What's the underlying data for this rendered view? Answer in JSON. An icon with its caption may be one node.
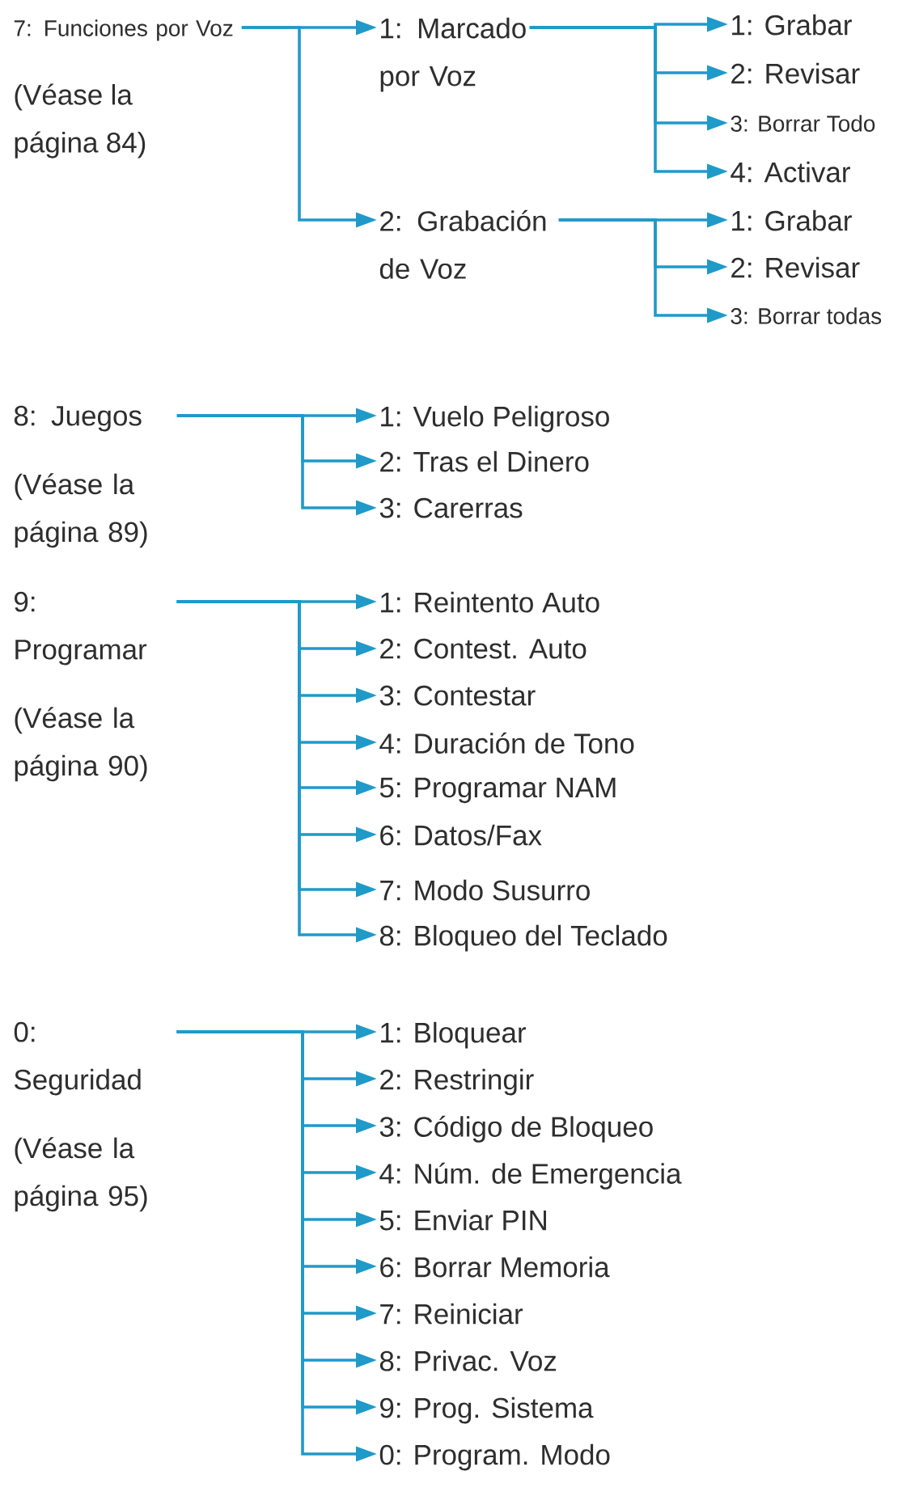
{
  "diagram": {
    "nodes": [
      {
        "text": [
          "7: Funciones por Voz",
          "(Véase la página 84)"
        ]
      },
      {
        "text": [
          "1: Marcado por Voz"
        ]
      },
      {
        "text": [
          "1: Grabar"
        ]
      },
      {
        "text": [
          "2: Revisar"
        ]
      },
      {
        "text": [
          "3: Borrar Todo"
        ]
      },
      {
        "text": [
          "4: Activar"
        ]
      },
      {
        "text": [
          "2: Grabación de Voz"
        ]
      },
      {
        "text": [
          "1: Grabar"
        ]
      },
      {
        "text": [
          "2: Revisar"
        ]
      },
      {
        "text": [
          "3: Borrar todas"
        ]
      },
      {
        "text": [
          "8: Juegos",
          "(Véase la página 89)"
        ]
      },
      {
        "text": [
          "1: Vuelo Peligroso"
        ]
      },
      {
        "text": [
          "2: Tras el Dinero"
        ]
      },
      {
        "text": [
          "3: Carerras"
        ]
      },
      {
        "text": [
          "9: Programar",
          "(Véase la página 90)"
        ]
      },
      {
        "text": [
          "1: Reintento Auto"
        ]
      },
      {
        "text": [
          "2: Contest. Auto"
        ]
      },
      {
        "text": [
          "3: Contestar"
        ]
      },
      {
        "text": [
          "4: Duración de Tono"
        ]
      },
      {
        "text": [
          "5: Programar NAM"
        ]
      },
      {
        "text": [
          "6: Datos/Fax"
        ]
      },
      {
        "text": [
          "7: Modo Susurro"
        ]
      },
      {
        "text": [
          "8: Bloqueo del Teclado"
        ]
      },
      {
        "text": [
          "0: Seguridad",
          "(Véase la página 95)"
        ]
      },
      {
        "text": [
          "1: Bloquear"
        ]
      },
      {
        "text": [
          "2: Restringir"
        ]
      },
      {
        "text": [
          "3: Código de Bloqueo"
        ]
      },
      {
        "text": [
          "4: Núm. de Emergencia"
        ]
      },
      {
        "text": [
          "5: Enviar PIN"
        ]
      },
      {
        "text": [
          "6: Borrar Memoria"
        ]
      },
      {
        "text": [
          "7: Reiniciar"
        ]
      },
      {
        "text": [
          "8: Privac. Voz"
        ]
      },
      {
        "text": [
          "9: Prog. Sistema"
        ]
      },
      {
        "text": [
          "0: Program. Modo"
        ]
      }
    ],
    "edges": [
      {
        "from": 0,
        "to": 1,
        "arrow": "to"
      },
      {
        "from": 0,
        "to": 6,
        "arrow": "to"
      },
      {
        "from": 1,
        "to": 2,
        "arrow": "to"
      },
      {
        "from": 1,
        "to": 3,
        "arrow": "to"
      },
      {
        "from": 1,
        "to": 4,
        "arrow": "to"
      },
      {
        "from": 1,
        "to": 5,
        "arrow": "to"
      },
      {
        "from": 6,
        "to": 7,
        "arrow": "to"
      },
      {
        "from": 6,
        "to": 8,
        "arrow": "to"
      },
      {
        "from": 6,
        "to": 9,
        "arrow": "to"
      },
      {
        "from": 10,
        "to": 11,
        "arrow": "to"
      },
      {
        "from": 10,
        "to": 12,
        "arrow": "to"
      },
      {
        "from": 10,
        "to": 13,
        "arrow": "to"
      },
      {
        "from": 14,
        "to": 15,
        "arrow": "to"
      },
      {
        "from": 14,
        "to": 16,
        "arrow": "to"
      },
      {
        "from": 14,
        "to": 17,
        "arrow": "to"
      },
      {
        "from": 14,
        "to": 18,
        "arrow": "to"
      },
      {
        "from": 14,
        "to": 19,
        "arrow": "to"
      },
      {
        "from": 14,
        "to": 20,
        "arrow": "to"
      },
      {
        "from": 14,
        "to": 21,
        "arrow": "to"
      },
      {
        "from": 14,
        "to": 22,
        "arrow": "to"
      },
      {
        "from": 23,
        "to": 24,
        "arrow": "to"
      },
      {
        "from": 23,
        "to": 25,
        "arrow": "to"
      },
      {
        "from": 23,
        "to": 26,
        "arrow": "to"
      },
      {
        "from": 23,
        "to": 27,
        "arrow": "to"
      },
      {
        "from": 23,
        "to": 28,
        "arrow": "to"
      },
      {
        "from": 23,
        "to": 29,
        "arrow": "to"
      },
      {
        "from": 23,
        "to": 30,
        "arrow": "to"
      },
      {
        "from": 23,
        "to": 31,
        "arrow": "to"
      },
      {
        "from": 23,
        "to": 32,
        "arrow": "to"
      },
      {
        "from": 23,
        "to": 33,
        "arrow": "to"
      }
    ]
  }
}
